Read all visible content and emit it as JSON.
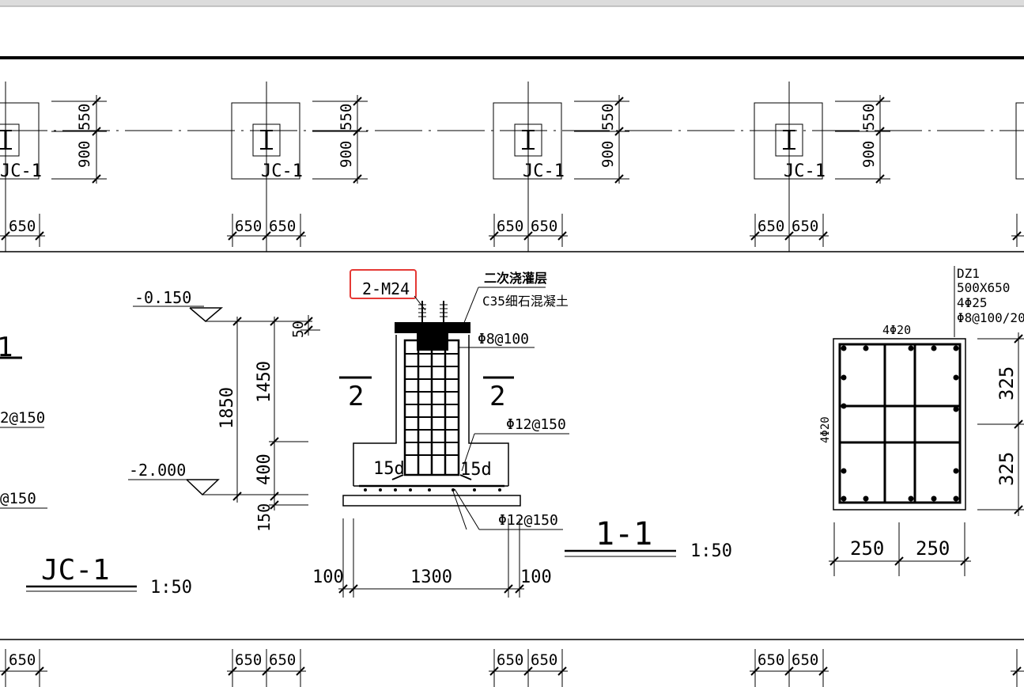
{
  "foundation_label": "JC-1",
  "plan_dims": {
    "top": "550",
    "mid": "900",
    "half": "650"
  },
  "section_1_1": {
    "title": "1-1",
    "scale": "1:50",
    "bolts": "2-M24",
    "grout_line1": "二次浇灌层",
    "grout_line2": "C35细石混凝土",
    "stirrup": "Φ8@100",
    "side_rebar": "Φ12@150",
    "bottom_rebar": "Φ12@150",
    "anchor_left": "15d",
    "anchor_right": "15d",
    "cut_mark": "2",
    "width_total": "1300",
    "width_side": "100"
  },
  "elevations": {
    "top": "-0.150",
    "bottom": "-2.000",
    "d50": "50",
    "d1450": "1450",
    "d1850": "1850",
    "d400": "400",
    "d150": "150"
  },
  "left_partial": {
    "mark": "1",
    "rebar_a": "2@150",
    "rebar_b": "@150",
    "title": "JC-1",
    "scale": "1:50"
  },
  "column_dz1": {
    "name": "DZ1",
    "size": "500X650",
    "corner": "4Φ25",
    "stirrup": "Φ8@100/20",
    "top_bars": "4Φ20",
    "side_bars": "4Φ20",
    "dim_w1": "250",
    "dim_w2": "250",
    "dim_h1": "325",
    "dim_h2": "325"
  },
  "highlight": {
    "color": "#e53935"
  }
}
